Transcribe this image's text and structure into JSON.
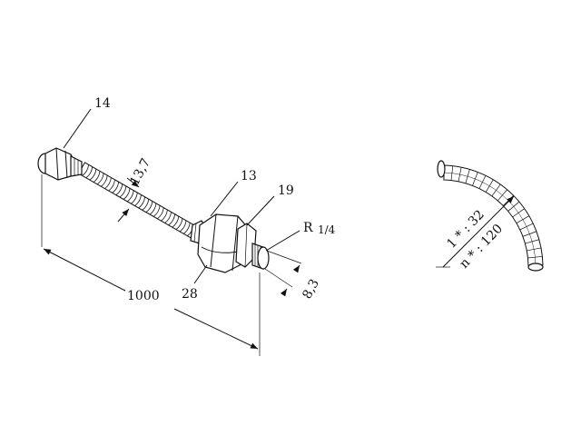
{
  "labels": {
    "nut_left": "14",
    "hose_diameter": "13,7",
    "length": "1000",
    "nut_right_top": "13",
    "nut_right_width": "19",
    "thread": "R",
    "thread_size": "1/4",
    "bottom_nut": "28",
    "thread_diameter": "8,3",
    "bend_radius_small": "1 * : 32",
    "bend_radius_large": "n * : 120"
  },
  "colors": {
    "line": "#111111",
    "background": "#ffffff"
  }
}
